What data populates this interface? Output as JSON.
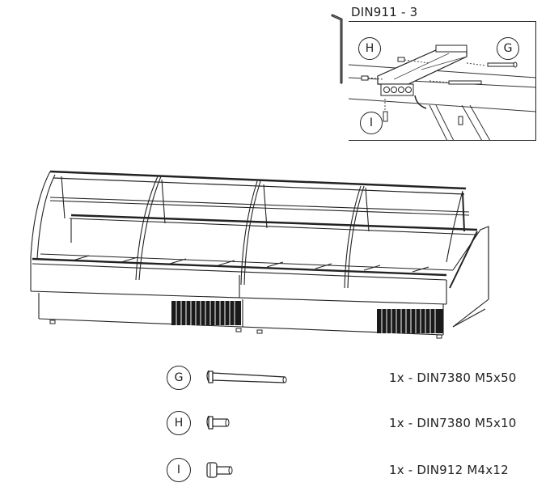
{
  "detail_view": {
    "tool_label": "DIN911 - 3",
    "callouts": {
      "H": "H",
      "G": "G",
      "I": "I"
    }
  },
  "main_view": {
    "subject": "curved-glass refrigerated display counter, 4 modules"
  },
  "parts_list": [
    {
      "id": "G",
      "label": "1x - DIN7380 M5x50"
    },
    {
      "id": "H",
      "label": "1x - DIN7380 M5x10"
    },
    {
      "id": "I",
      "label": "1x - DIN912 M4x12"
    }
  ]
}
